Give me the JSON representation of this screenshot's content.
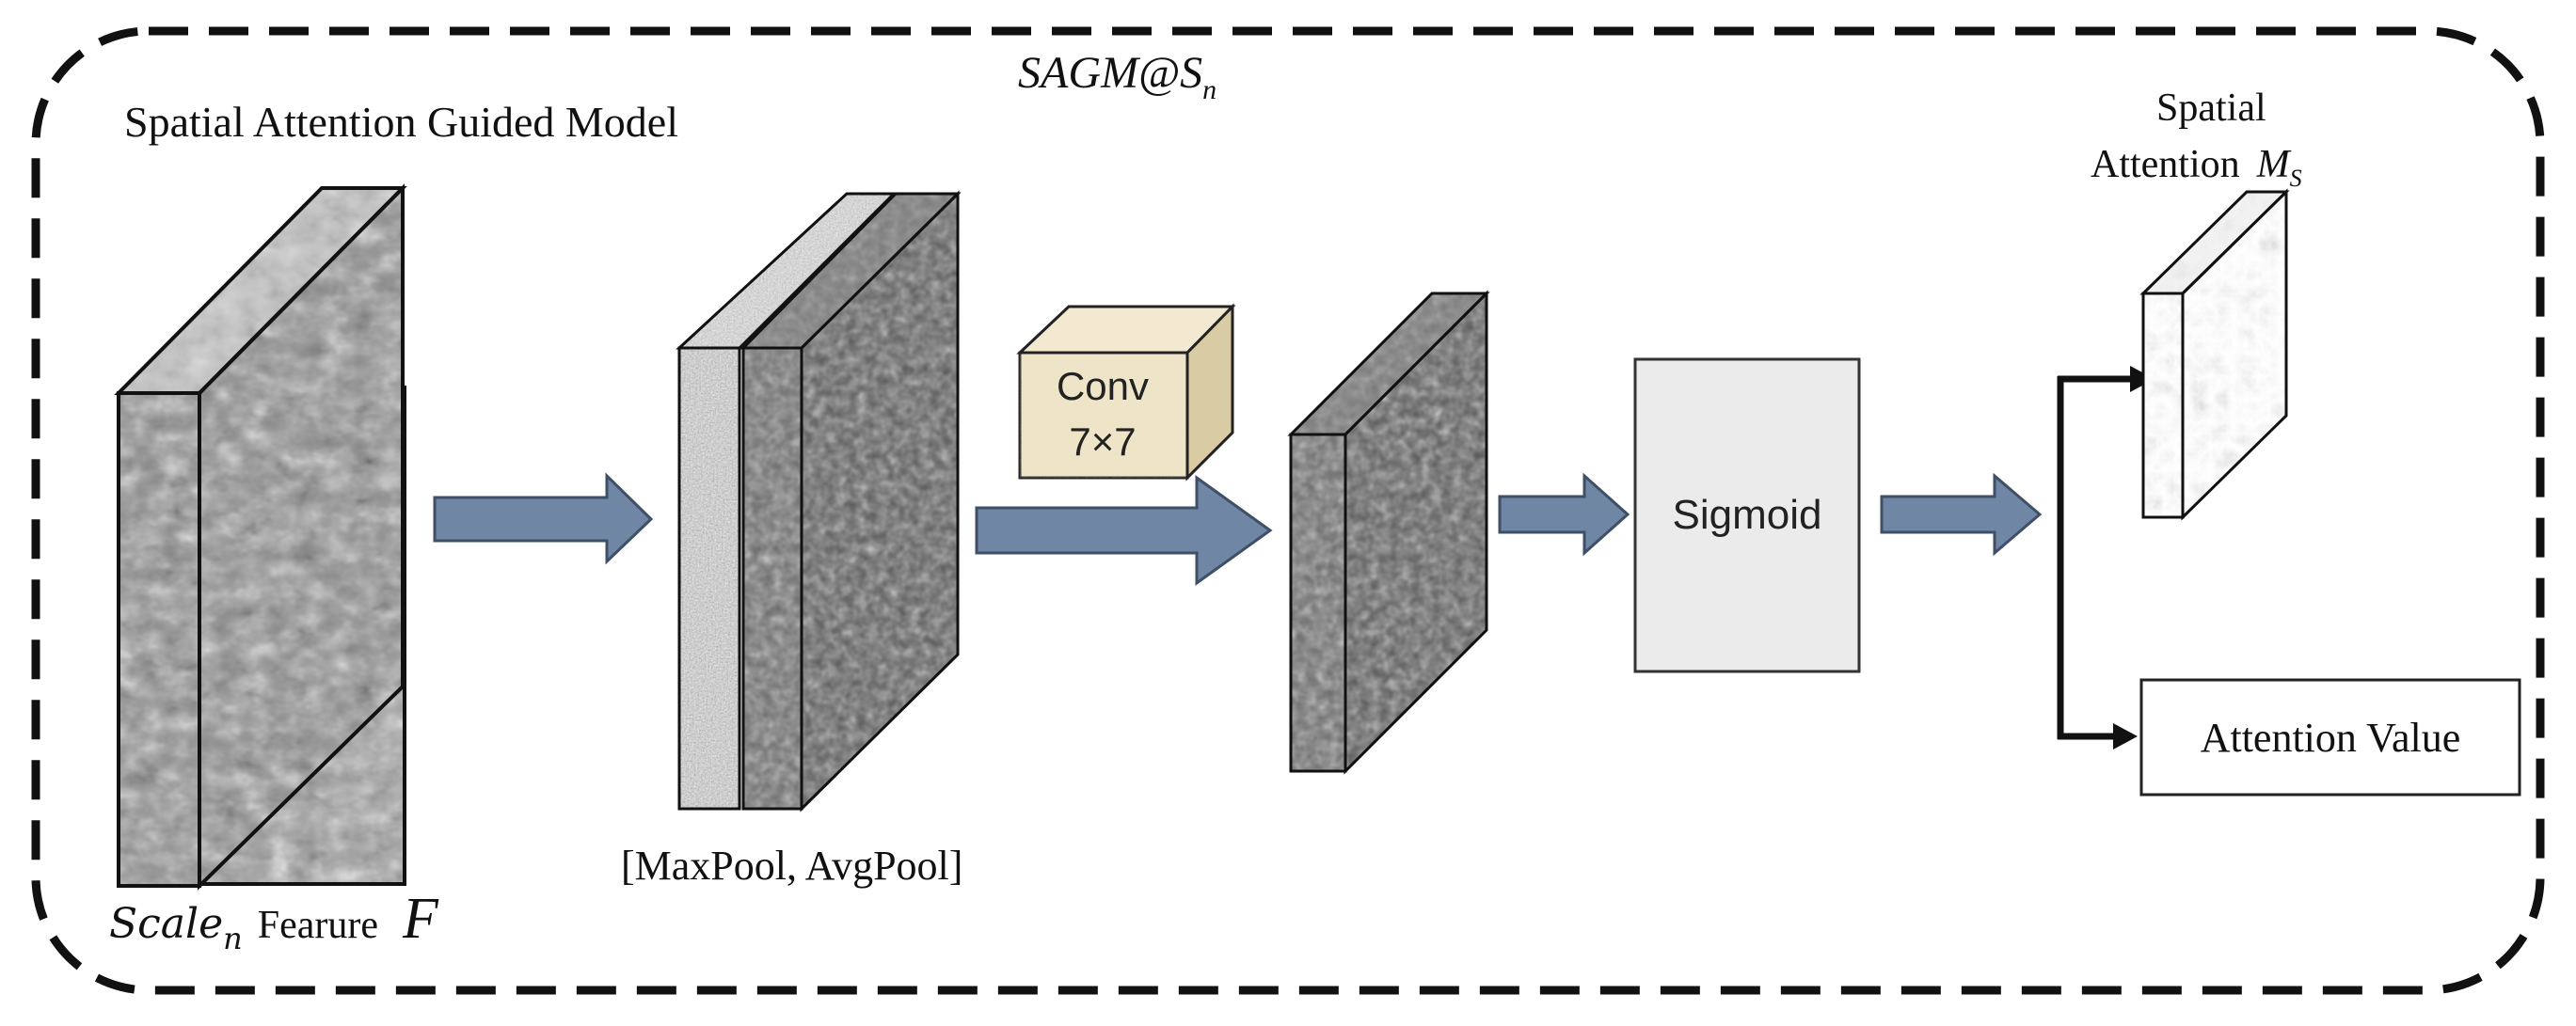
{
  "title": {
    "main": "SAGM@S",
    "subscript": "n"
  },
  "model_label": "Spatial Attention Guided Model",
  "input": {
    "scale_label": "Scale",
    "scale_subscript": "n",
    "feature_label": "Fearure",
    "feature_symbol": "F"
  },
  "pool_label": "[MaxPool, AvgPool]",
  "conv": {
    "line1": "Conv",
    "line2": "7×7"
  },
  "sigmoid_label": "Sigmoid",
  "spatial_attention": {
    "line1": "Spatial",
    "line2": "Attention",
    "symbol": "M",
    "subscript": "S"
  },
  "attention_value_label": "Attention Value",
  "colors": {
    "arrow_fill": "#6f86a4",
    "arrow_stroke": "#3f4f66",
    "conv_fill": "#ece1c2",
    "sigmoid_fill": "#ebebeb",
    "border_dash": "#111111"
  }
}
